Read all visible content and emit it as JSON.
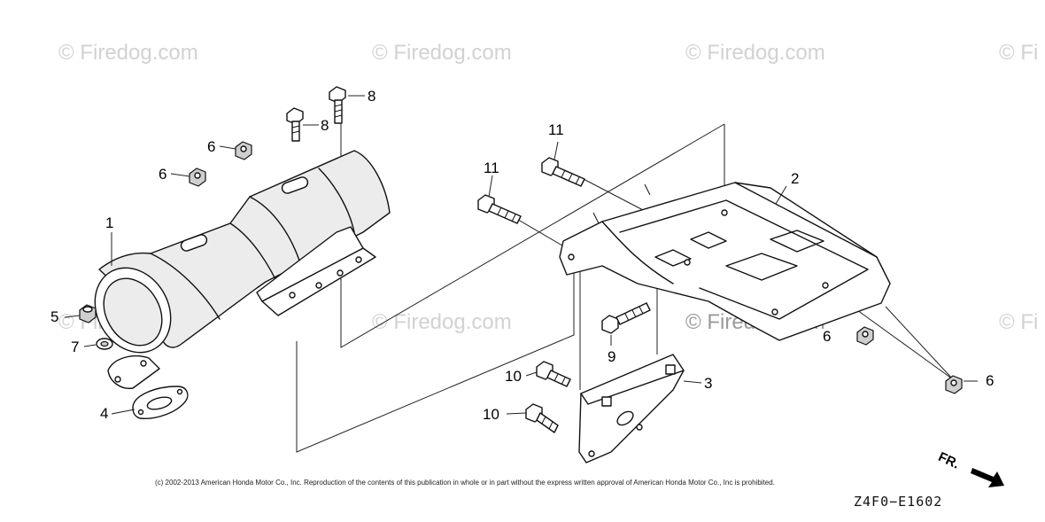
{
  "watermarks": [
    {
      "id": "wm-1",
      "text": "© Firedog.com"
    },
    {
      "id": "wm-2",
      "text": "© Firedog.com"
    },
    {
      "id": "wm-3",
      "text": "© Firedog.com"
    },
    {
      "id": "wm-4",
      "text": "© Fi"
    },
    {
      "id": "wm-5",
      "text": "© Firedog.com"
    },
    {
      "id": "wm-6",
      "text": "© Firedog.com"
    },
    {
      "id": "wm-7",
      "text": "© Firedog.com"
    },
    {
      "id": "wm-8",
      "text": "© Fi"
    }
  ],
  "callouts": [
    {
      "id": "callout-1",
      "text": "1"
    },
    {
      "id": "callout-2",
      "text": "2"
    },
    {
      "id": "callout-3",
      "text": "3"
    },
    {
      "id": "callout-4",
      "text": "4"
    },
    {
      "id": "callout-5",
      "text": "5"
    },
    {
      "id": "callout-6a",
      "text": "6"
    },
    {
      "id": "callout-6b",
      "text": "6"
    },
    {
      "id": "callout-6c",
      "text": "6"
    },
    {
      "id": "callout-6d",
      "text": "6"
    },
    {
      "id": "callout-7",
      "text": "7"
    },
    {
      "id": "callout-8a",
      "text": "8"
    },
    {
      "id": "callout-8b",
      "text": "8"
    },
    {
      "id": "callout-9",
      "text": "9"
    },
    {
      "id": "callout-10a",
      "text": "10"
    },
    {
      "id": "callout-10b",
      "text": "10"
    },
    {
      "id": "callout-11a",
      "text": "11"
    },
    {
      "id": "callout-11b",
      "text": "11"
    }
  ],
  "copyright": "(c) 2002-2013 American Honda Motor Co., Inc. Reproduction of the contents of this publication in whole or in part without the express written approval of American Honda Motor Co., Inc is prohibited.",
  "figure_code": "Z4F0−E1602",
  "direction_label": "FR."
}
